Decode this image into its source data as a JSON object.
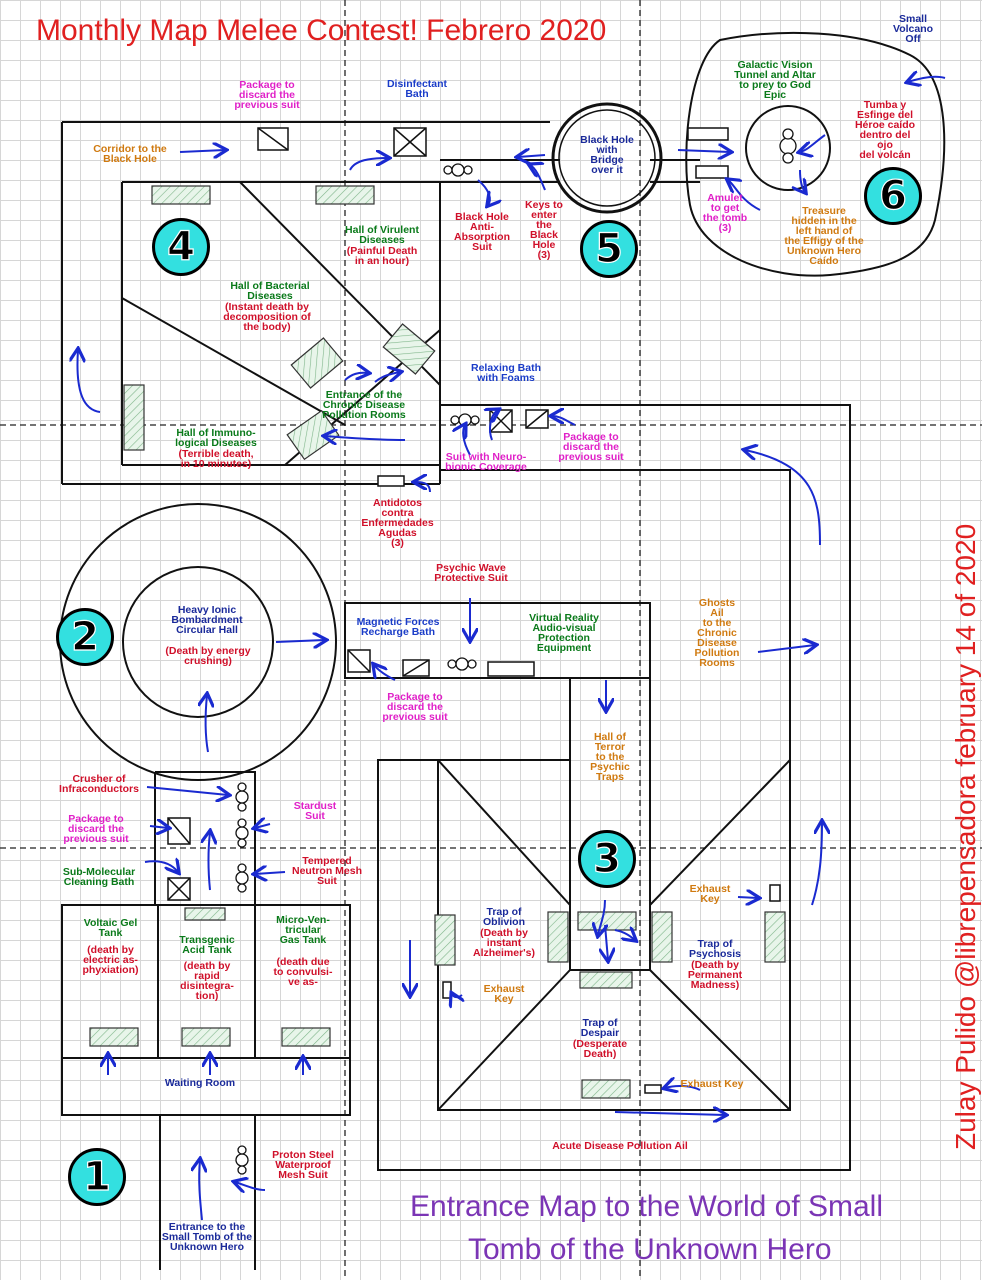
{
  "title": "Monthly Map Melee Contest! Febrero 2020",
  "subtitle_line1": "Entrance Map to the World of Small",
  "subtitle_line2": "Tomb of the Unknown Hero",
  "vertical_credit": "Zulay Pulido   @librepensadora   february 14 of 2020",
  "zones": [
    "1",
    "2",
    "3",
    "4",
    "5",
    "6"
  ],
  "colors": {
    "title": "#e02020",
    "subtitle": "#7b35b5",
    "zone_badge": "#33e0e0",
    "arrow": "#1a2ad0",
    "grid": "#d6d6d6"
  },
  "labels": {
    "small_volcano": "Small\nVolcano\nOff",
    "package_top": "Package to\ndiscard the\nprevious suit",
    "disinfectant_bath": "Disinfectant\nBath",
    "galactic_vision": "Galactic Vision\nTunnel and Altar\nto prey to God\nEpic",
    "tumba": "Tumba y\nEsfinge del\nHéroe caído\ndentro del\nojo\ndel volcán",
    "corridor_black_hole": "Corridor to the\nBlack Hole",
    "black_hole_bridge": "Black Hole\nwith\nBridge\nover it",
    "amulet": "Amulet\nto get\nthe tomb\n(3)",
    "treasure": "Treasure\nhidden in the\nleft hand of\nthe Effigy of the\nUnknown Hero\nCaído",
    "hall_virulent_name": "Hall of Virulent\nDiseases",
    "hall_virulent_desc": "(Painful Death\nin an hour)",
    "bh_antiabsorption": "Black Hole\nAnti-\nAbsorption\nSuit",
    "keys_black_hole": "Keys to\nenter\nthe\nBlack\nHole\n(3)",
    "hall_bacterial_name": "Hall of Bacterial\nDiseases",
    "hall_bacterial_desc": "(Instant death by\ndecomposition of\nthe body)",
    "relaxing_bath": "Relaxing Bath\nwith Foams",
    "entrance_chronic": "Entrance of the\nChronic Disease\nPollution Rooms",
    "package_mid_right": "Package to\ndiscard the\nprevious suit",
    "hall_immuno_name": "Hall of Immuno-\nlogical Diseases",
    "hall_immuno_desc": "(Terrible death,\nin 10 minutes)",
    "suit_neuro": "Suit with Neuro-\nbionic Coverage",
    "antidotos": "Antidotos\ncontra\nEnfermedades\nAgudas\n(3)",
    "psychic_suit": "Psychic Wave\nProtective Suit",
    "heavy_ionic_name": "Heavy Ionic\nBombardment\nCircular Hall",
    "heavy_ionic_desc": "(Death by energy\ncrushing)",
    "magnetic_bath": "Magnetic Forces\nRecharge Bath",
    "virtual_reality": "Virtual Reality\nAudio-visual\nProtection\nEquipment",
    "ghosts_ail": "Ghosts\nAil\nto the\nChronic\nDisease\nPollution\nRooms",
    "package_mid": "Package to\ndiscard the\nprevious suit",
    "hall_terror": "Hall of\nTerror\nto the\nPsychic\nTraps",
    "crusher": "Crusher of\nInfraconductors",
    "stardust_suit": "Stardust\nSuit",
    "package_left": "Package to\ndiscard the\nprevious suit",
    "tempered_suit": "Tempered\nNeutron Mesh\nSuit",
    "submolecular_bath": "Sub-Molecular\nCleaning Bath",
    "exhaust_key_right": "Exhaust\nKey",
    "voltaic_name": "Voltaic Gel\nTank",
    "voltaic_desc": "(death by\nelectric as-\nphyxiation)",
    "transgenic_name": "Transgenic\nAcid Tank",
    "transgenic_desc": "(death by\nrapid\ndisintegra-\ntion)",
    "microventricular_name": "Micro-Ven-\ntricular\nGas Tank",
    "microventricular_desc": "(death due\nto convulsi-\nve as-",
    "trap_oblivion_name": "Trap of\nOblivion",
    "trap_oblivion_desc": "(Death by\ninstant\nAlzheimer's)",
    "trap_psychosis_name": "Trap of\nPsychosis",
    "trap_psychosis_desc": "(Death by\nPermanent\nMadness)",
    "exhaust_key_left": "Exhaust\nKey",
    "trap_despair_name": "Trap of\nDespair",
    "trap_despair_desc": "(Desperate\nDeath)",
    "exhaust_key_bottom": "Exhaust Key",
    "waiting_room": "Waiting Room",
    "acute_disease": "Acute Disease Pollution Ail",
    "proton_suit": "Proton Steel\nWaterproof\nMesh Suit",
    "entrance": "Entrance to the\nSmall Tomb of the\nUnknown Hero"
  }
}
